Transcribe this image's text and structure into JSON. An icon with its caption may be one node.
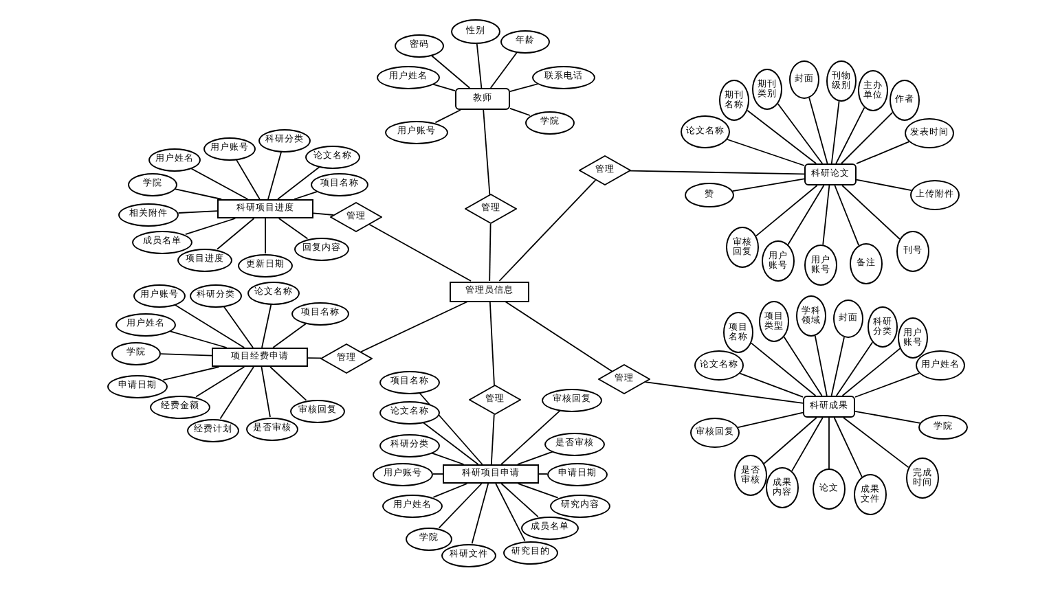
{
  "diagram": {
    "nodes": [
      {
        "text": [
          "管理员信息"
        ]
      },
      {
        "text": [
          "教师"
        ]
      },
      {
        "text": [
          "用户姓名"
        ]
      },
      {
        "text": [
          "密码"
        ]
      },
      {
        "text": [
          "性别"
        ]
      },
      {
        "text": [
          "年龄"
        ]
      },
      {
        "text": [
          "联系电话"
        ]
      },
      {
        "text": [
          "学院"
        ]
      },
      {
        "text": [
          "用户账号"
        ]
      },
      {
        "text": [
          "管理"
        ]
      },
      {
        "text": [
          "科研项目进度"
        ]
      },
      {
        "text": [
          "学院"
        ]
      },
      {
        "text": [
          "相关附件"
        ]
      },
      {
        "text": [
          "成员名单"
        ]
      },
      {
        "text": [
          "项目进度"
        ]
      },
      {
        "text": [
          "更新日期"
        ]
      },
      {
        "text": [
          "回复内容"
        ]
      },
      {
        "text": [
          "项目名称"
        ]
      },
      {
        "text": [
          "论文名称"
        ]
      },
      {
        "text": [
          "科研分类"
        ]
      },
      {
        "text": [
          "用户账号"
        ]
      },
      {
        "text": [
          "用户姓名"
        ]
      },
      {
        "text": [
          "管理"
        ]
      },
      {
        "text": [
          "项目经费申请"
        ]
      },
      {
        "text": [
          "用户账号"
        ]
      },
      {
        "text": [
          "科研分类"
        ]
      },
      {
        "text": [
          "论文名称"
        ]
      },
      {
        "text": [
          "项目名称"
        ]
      },
      {
        "text": [
          "用户姓名"
        ]
      },
      {
        "text": [
          "学院"
        ]
      },
      {
        "text": [
          "申请日期"
        ]
      },
      {
        "text": [
          "经费金额"
        ]
      },
      {
        "text": [
          "经费计划"
        ]
      },
      {
        "text": [
          "是否审核"
        ]
      },
      {
        "text": [
          "审核回复"
        ]
      },
      {
        "text": [
          "管理"
        ]
      },
      {
        "text": [
          "科研项目申请"
        ]
      },
      {
        "text": [
          "项目名称"
        ]
      },
      {
        "text": [
          "论文名称"
        ]
      },
      {
        "text": [
          "科研分类"
        ]
      },
      {
        "text": [
          "用户账号"
        ]
      },
      {
        "text": [
          "用户姓名"
        ]
      },
      {
        "text": [
          "学院"
        ]
      },
      {
        "text": [
          "科研文件"
        ]
      },
      {
        "text": [
          "研究目的"
        ]
      },
      {
        "text": [
          "成员名单"
        ]
      },
      {
        "text": [
          "研究内容"
        ]
      },
      {
        "text": [
          "申请日期"
        ]
      },
      {
        "text": [
          "是否审核"
        ]
      },
      {
        "text": [
          "审核回复"
        ]
      },
      {
        "text": [
          "管理"
        ]
      },
      {
        "text": [
          "科研论文"
        ]
      },
      {
        "text": [
          "论文名称"
        ]
      },
      {
        "text": [
          "期刊名称"
        ]
      },
      {
        "text": [
          "期刊类别"
        ]
      },
      {
        "text": [
          "封面"
        ]
      },
      {
        "text": [
          "刊物级别"
        ]
      },
      {
        "text": [
          "主办单位"
        ]
      },
      {
        "text": [
          "作者"
        ]
      },
      {
        "text": [
          "发表时间"
        ]
      },
      {
        "text": [
          "上传附件"
        ]
      },
      {
        "text": [
          "刊号"
        ]
      },
      {
        "text": [
          "备注"
        ]
      },
      {
        "text": [
          "用户账号"
        ]
      },
      {
        "text": [
          "用户账号"
        ]
      },
      {
        "text": [
          "审核回复"
        ]
      },
      {
        "text": [
          "赞"
        ]
      },
      {
        "text": [
          "管理"
        ]
      },
      {
        "text": [
          "科研成果"
        ]
      },
      {
        "text": [
          "论文名称"
        ]
      },
      {
        "text": [
          "项目名称"
        ]
      },
      {
        "text": [
          "项目类型"
        ]
      },
      {
        "text": [
          "学科领域"
        ]
      },
      {
        "text": [
          "封面"
        ]
      },
      {
        "text": [
          "科研分类"
        ]
      },
      {
        "text": [
          "用户账号"
        ]
      },
      {
        "text": [
          "用户姓名"
        ]
      },
      {
        "text": [
          "学院"
        ]
      },
      {
        "text": [
          "完成时间"
        ]
      },
      {
        "text": [
          "成果文件"
        ]
      },
      {
        "text": [
          "论文"
        ]
      },
      {
        "text": [
          "成果内容"
        ]
      },
      {
        "text": [
          "是否审核"
        ]
      },
      {
        "text": [
          "审核回复"
        ]
      },
      {
        "text": [
          "管理"
        ]
      }
    ],
    "edges": [
      {
        "from": 1,
        "to": 2,
        "arrow": "none"
      },
      {
        "from": 1,
        "to": 3,
        "arrow": "none"
      },
      {
        "from": 1,
        "to": 4,
        "arrow": "none"
      },
      {
        "from": 1,
        "to": 5,
        "arrow": "none"
      },
      {
        "from": 1,
        "to": 6,
        "arrow": "none"
      },
      {
        "from": 1,
        "to": 7,
        "arrow": "none"
      },
      {
        "from": 1,
        "to": 8,
        "arrow": "none"
      },
      {
        "from": 1,
        "to": 9,
        "arrow": "none"
      },
      {
        "from": 9,
        "to": 0,
        "arrow": "none"
      },
      {
        "from": 10,
        "to": 11,
        "arrow": "none"
      },
      {
        "from": 10,
        "to": 12,
        "arrow": "none"
      },
      {
        "from": 10,
        "to": 13,
        "arrow": "none"
      },
      {
        "from": 10,
        "to": 14,
        "arrow": "none"
      },
      {
        "from": 10,
        "to": 15,
        "arrow": "none"
      },
      {
        "from": 10,
        "to": 16,
        "arrow": "none"
      },
      {
        "from": 10,
        "to": 17,
        "arrow": "none"
      },
      {
        "from": 10,
        "to": 18,
        "arrow": "none"
      },
      {
        "from": 10,
        "to": 19,
        "arrow": "none"
      },
      {
        "from": 10,
        "to": 20,
        "arrow": "none"
      },
      {
        "from": 10,
        "to": 21,
        "arrow": "none"
      },
      {
        "from": 10,
        "to": 22,
        "arrow": "none"
      },
      {
        "from": 22,
        "to": 0,
        "arrow": "none"
      },
      {
        "from": 23,
        "to": 24,
        "arrow": "none"
      },
      {
        "from": 23,
        "to": 25,
        "arrow": "none"
      },
      {
        "from": 23,
        "to": 26,
        "arrow": "none"
      },
      {
        "from": 23,
        "to": 27,
        "arrow": "none"
      },
      {
        "from": 23,
        "to": 28,
        "arrow": "none"
      },
      {
        "from": 23,
        "to": 29,
        "arrow": "none"
      },
      {
        "from": 23,
        "to": 30,
        "arrow": "none"
      },
      {
        "from": 23,
        "to": 31,
        "arrow": "none"
      },
      {
        "from": 23,
        "to": 32,
        "arrow": "none"
      },
      {
        "from": 23,
        "to": 33,
        "arrow": "none"
      },
      {
        "from": 23,
        "to": 34,
        "arrow": "none"
      },
      {
        "from": 23,
        "to": 35,
        "arrow": "none"
      },
      {
        "from": 35,
        "to": 0,
        "arrow": "none"
      },
      {
        "from": 36,
        "to": 37,
        "arrow": "none"
      },
      {
        "from": 36,
        "to": 38,
        "arrow": "none"
      },
      {
        "from": 36,
        "to": 39,
        "arrow": "none"
      },
      {
        "from": 36,
        "to": 40,
        "arrow": "none"
      },
      {
        "from": 36,
        "to": 41,
        "arrow": "none"
      },
      {
        "from": 36,
        "to": 42,
        "arrow": "none"
      },
      {
        "from": 36,
        "to": 43,
        "arrow": "none"
      },
      {
        "from": 36,
        "to": 44,
        "arrow": "none"
      },
      {
        "from": 36,
        "to": 45,
        "arrow": "none"
      },
      {
        "from": 36,
        "to": 46,
        "arrow": "none"
      },
      {
        "from": 36,
        "to": 47,
        "arrow": "none"
      },
      {
        "from": 36,
        "to": 48,
        "arrow": "none"
      },
      {
        "from": 36,
        "to": 49,
        "arrow": "none"
      },
      {
        "from": 36,
        "to": 50,
        "arrow": "none"
      },
      {
        "from": 50,
        "to": 0,
        "arrow": "none"
      },
      {
        "from": 51,
        "to": 52,
        "arrow": "none"
      },
      {
        "from": 51,
        "to": 53,
        "arrow": "none"
      },
      {
        "from": 51,
        "to": 54,
        "arrow": "none"
      },
      {
        "from": 51,
        "to": 55,
        "arrow": "none"
      },
      {
        "from": 51,
        "to": 56,
        "arrow": "none"
      },
      {
        "from": 51,
        "to": 57,
        "arrow": "none"
      },
      {
        "from": 51,
        "to": 58,
        "arrow": "none"
      },
      {
        "from": 51,
        "to": 59,
        "arrow": "none"
      },
      {
        "from": 51,
        "to": 60,
        "arrow": "none"
      },
      {
        "from": 51,
        "to": 61,
        "arrow": "none"
      },
      {
        "from": 51,
        "to": 62,
        "arrow": "none"
      },
      {
        "from": 51,
        "to": 63,
        "arrow": "none"
      },
      {
        "from": 51,
        "to": 64,
        "arrow": "none"
      },
      {
        "from": 51,
        "to": 65,
        "arrow": "none"
      },
      {
        "from": 51,
        "to": 66,
        "arrow": "none"
      },
      {
        "from": 51,
        "to": 67,
        "arrow": "none"
      },
      {
        "from": 67,
        "to": 0,
        "arrow": "none"
      },
      {
        "from": 68,
        "to": 69,
        "arrow": "none"
      },
      {
        "from": 68,
        "to": 70,
        "arrow": "none"
      },
      {
        "from": 68,
        "to": 71,
        "arrow": "none"
      },
      {
        "from": 68,
        "to": 72,
        "arrow": "none"
      },
      {
        "from": 68,
        "to": 73,
        "arrow": "none"
      },
      {
        "from": 68,
        "to": 74,
        "arrow": "none"
      },
      {
        "from": 68,
        "to": 75,
        "arrow": "none"
      },
      {
        "from": 68,
        "to": 76,
        "arrow": "none"
      },
      {
        "from": 68,
        "to": 77,
        "arrow": "none"
      },
      {
        "from": 68,
        "to": 78,
        "arrow": "none"
      },
      {
        "from": 68,
        "to": 79,
        "arrow": "none"
      },
      {
        "from": 68,
        "to": 80,
        "arrow": "none"
      },
      {
        "from": 68,
        "to": 81,
        "arrow": "none"
      },
      {
        "from": 68,
        "to": 82,
        "arrow": "none"
      },
      {
        "from": 68,
        "to": 83,
        "arrow": "none"
      },
      {
        "from": 68,
        "to": 84,
        "arrow": "none"
      },
      {
        "from": 84,
        "to": 0,
        "arrow": "none"
      }
    ]
  }
}
